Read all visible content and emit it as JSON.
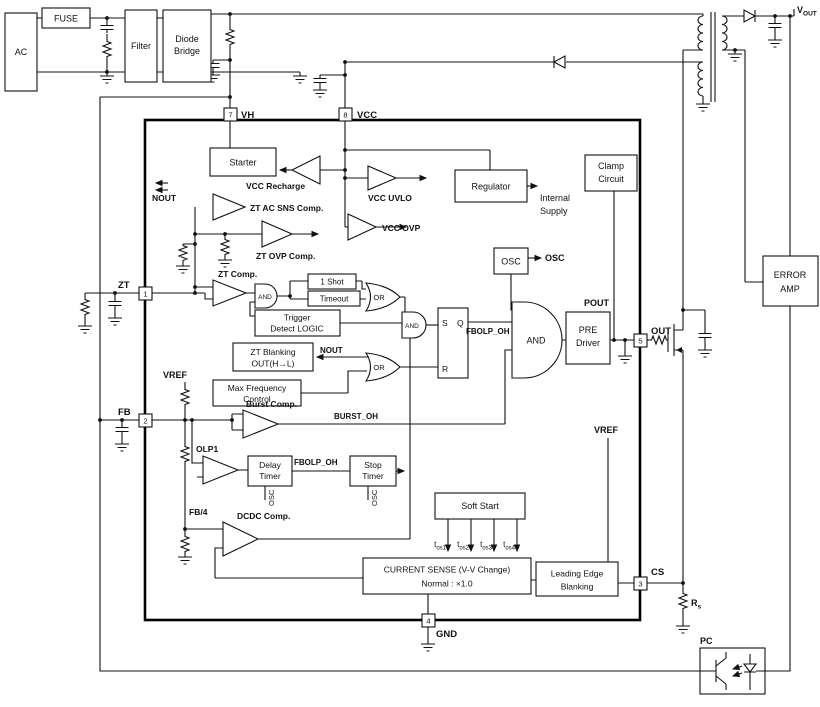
{
  "external": {
    "ac": "AC",
    "fuse": "FUSE",
    "filter": "Filter",
    "diode_bridge_1": "Diode",
    "diode_bridge_2": "Bridge",
    "vout_base": "V",
    "vout_sub": "OUT",
    "error_amp_1": "ERROR",
    "error_amp_2": "AMP",
    "pc": "PC",
    "rs_base": "R",
    "rs_sub": "s"
  },
  "pins": {
    "vh": {
      "num": "7",
      "label": "VH"
    },
    "vcc": {
      "num": "8",
      "label": "VCC"
    },
    "zt": {
      "num": "1",
      "label": "ZT"
    },
    "fb": {
      "num": "2",
      "label": "FB"
    },
    "out": {
      "num": "5",
      "label": "OUT"
    },
    "cs": {
      "num": "3",
      "label": "CS"
    },
    "gnd": {
      "num": "4",
      "label": "GND"
    }
  },
  "blocks": {
    "starter": "Starter",
    "regulator": "Regulator",
    "clamp_1": "Clamp",
    "clamp_2": "Circuit",
    "osc": "OSC",
    "one_shot": "1 Shot",
    "timeout": "Timeout",
    "trigger_1": "Trigger",
    "trigger_2": "Detect LOGIC",
    "zt_blanking_1": "ZT Blanking",
    "zt_blanking_2": "OUT(H→L)",
    "latch_s": "S",
    "latch_q": "Q",
    "latch_r": "R",
    "pre_driver_1": "PRE",
    "pre_driver_2": "Driver",
    "max_freq_1": "Max Frequency",
    "max_freq_2": "Control",
    "delay_timer_1": "Delay",
    "delay_timer_2": "Timer",
    "stop_timer_1": "Stop",
    "stop_timer_2": "Timer",
    "soft_start": "Soft Start",
    "current_sense_1": "CURRENT SENSE (V-V Change)",
    "current_sense_2": "Normal : ×1.0",
    "leb_1": "Leading Edge",
    "leb_2": "Blanking"
  },
  "gates": {
    "and_zt": "AND",
    "and_set": "AND",
    "and_out": "AND",
    "or_set": "OR",
    "or_reset": "OR"
  },
  "comparators": {
    "vcc_recharge": "VCC Recharge",
    "zt_ac_sns": "ZT AC SNS Comp.",
    "zt_ovp": "ZT OVP Comp.",
    "vcc_uvlo": "VCC UVLO",
    "vcc_ovp": "VCC OVP",
    "zt_comp": "ZT Comp.",
    "burst_comp": "Burst Comp.",
    "olp1": "OLP1",
    "dcdc_comp": "DCDC Comp."
  },
  "signals": {
    "nout_top": "NOUT",
    "nout_blanking": "NOUT",
    "internal_supply_1": "Internal",
    "internal_supply_2": "Supply",
    "osc_out": "OSC",
    "osc_clk_delay": "OSC",
    "osc_clk_stop": "OSC",
    "fbolp_oh_set": "FBOLP_OH",
    "fbolp_oh_timer": "FBOLP_OH",
    "pout": "POUT",
    "burst_oh": "BURST_OH",
    "vref_left": "VREF",
    "vref_right": "VREF",
    "fb4": "FB/4"
  },
  "soft_start_taps": [
    {
      "base": "t",
      "sub": "os1"
    },
    {
      "base": "t",
      "sub": "os2"
    },
    {
      "base": "t",
      "sub": "os3"
    },
    {
      "base": "t",
      "sub": "os4"
    }
  ]
}
